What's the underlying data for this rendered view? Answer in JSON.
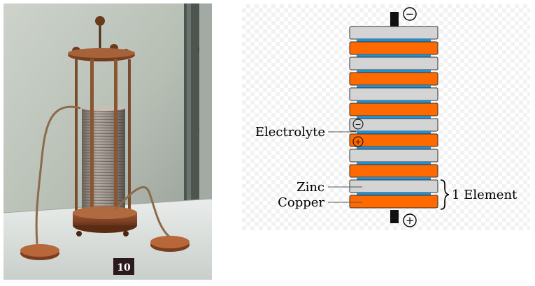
{
  "photo": {
    "exhibit_number": "10"
  },
  "diagram": {
    "labels": {
      "electrolyte": "Electrolyte",
      "zinc": "Zinc",
      "copper": "Copper",
      "element": "1 Element"
    },
    "symbols": {
      "minus": "−",
      "plus": "+"
    },
    "colors": {
      "zinc": "#d4d4d4",
      "copper": "#ff6a00",
      "electrolyte": "#1e90d6",
      "terminal": "#111111"
    },
    "stack_order": [
      "zinc",
      "copper",
      "zinc",
      "copper",
      "zinc",
      "copper",
      "zinc",
      "copper",
      "zinc",
      "copper",
      "zinc",
      "copper"
    ]
  }
}
